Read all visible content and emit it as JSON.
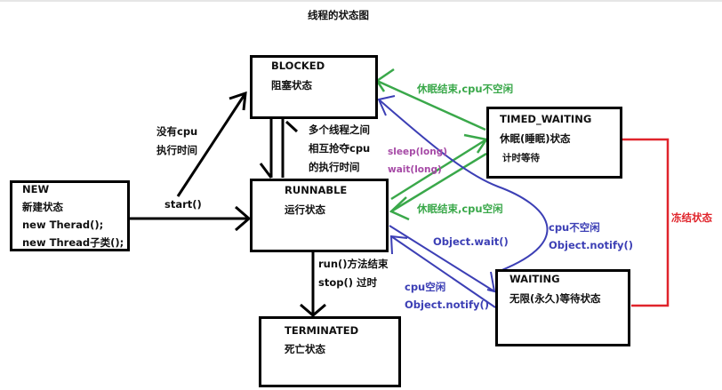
{
  "title": "线程的状态图",
  "states": {
    "new": {
      "name": "NEW",
      "desc": "新建状态",
      "lines": [
        "new Therad();",
        "new Thread子类();"
      ]
    },
    "blocked": {
      "name": "BLOCKED",
      "desc": "阻塞状态"
    },
    "runnable": {
      "name": "RUNNABLE",
      "desc": "运行状态"
    },
    "timed_waiting": {
      "name": "TIMED_WAITING",
      "desc": "休眠(睡眠)状态",
      "sub": "计时等待"
    },
    "waiting": {
      "name": "WAITING",
      "desc": "无限(永久)等待状态"
    },
    "terminated": {
      "name": "TERMINATED",
      "desc": "死亡状态"
    }
  },
  "labels": {
    "no_cpu": [
      "没有cpu",
      "执行时间"
    ],
    "start": "start()",
    "compete": [
      "多个线程之间",
      "相互抢夺cpu",
      "的执行时间"
    ],
    "sleep_end_cpu_busy": "休眠结束,cpu不空闲",
    "sleep_long": "sleep(long)",
    "wait_long": "wait(long)",
    "sleep_end_cpu_free": "休眠结束,cpu空闲",
    "object_wait": "Object.wait()",
    "cpu_busy_notify": [
      "cpu不空闲",
      "Object.notify()"
    ],
    "cpu_free_notify": [
      "cpu空闲",
      "Object.notify()"
    ],
    "run_end": [
      "run()方法结束",
      "stop() 过时"
    ],
    "frozen": "冻结状态"
  },
  "colors": {
    "black": "#000000",
    "green": "#3aa84a",
    "blue": "#3c3fb5",
    "purple": "#a64aa6",
    "red": "#e0242b"
  }
}
